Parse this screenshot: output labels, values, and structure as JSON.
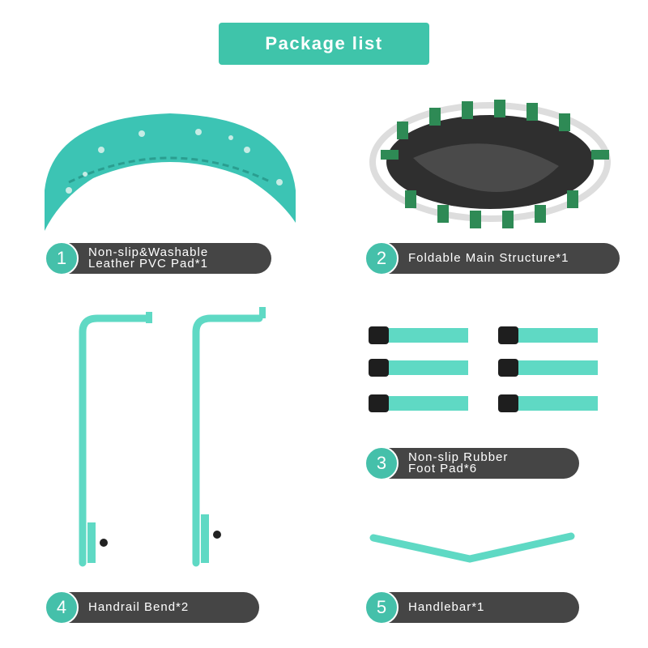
{
  "title": "Package list",
  "items": [
    {
      "number": "1",
      "line1": "Non-slip&Washable",
      "line2": "Leather PVC Pad*1"
    },
    {
      "number": "2",
      "line1": "Foldable Main Structure*1",
      "line2": ""
    },
    {
      "number": "3",
      "line1": "Non-slip Rubber",
      "line2": "Foot Pad*6"
    },
    {
      "number": "4",
      "line1": "Handrail Bend*2",
      "line2": ""
    },
    {
      "number": "5",
      "line1": "Handlebar*1",
      "line2": ""
    }
  ],
  "colors": {
    "accent": "#3fc4aa",
    "label_bg": "#454545",
    "tube": "#5fd9c4",
    "mat_green": "#2e8a55"
  }
}
